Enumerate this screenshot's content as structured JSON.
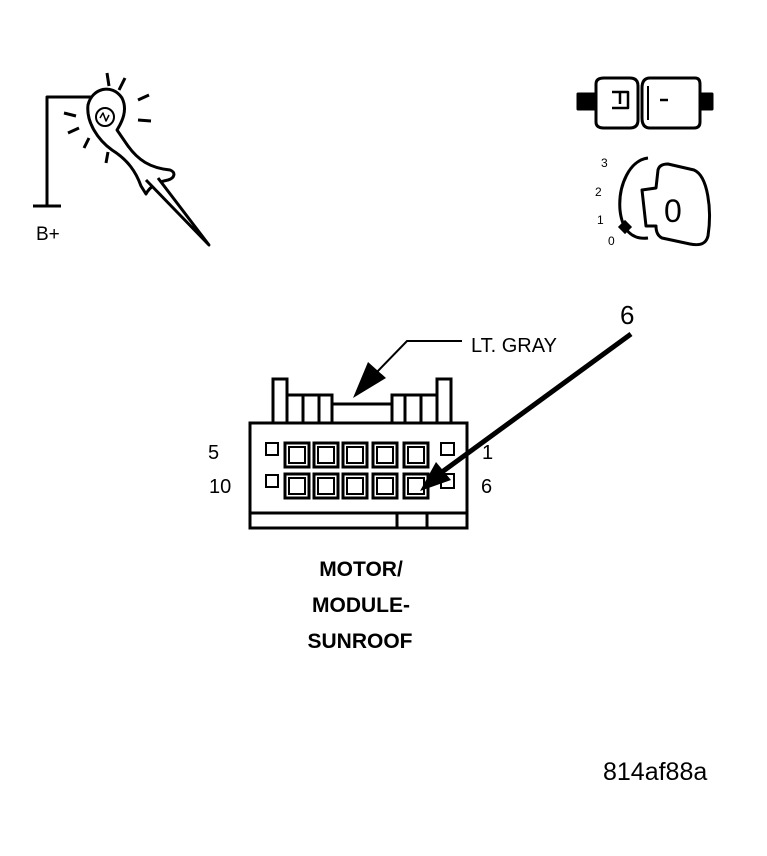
{
  "test_light": {
    "ground_label": "B+"
  },
  "ignition": {
    "positions": [
      "3",
      "2",
      "1",
      "0"
    ],
    "key_label": "0"
  },
  "connector": {
    "wire_color_label": "LT. GRAY",
    "callout_pin": "6",
    "pin_labels": {
      "top_left": "5",
      "top_right": "1",
      "bottom_left": "10",
      "bottom_right": "6"
    },
    "name_lines": [
      "MOTOR/",
      "MODULE-",
      "SUNROOF"
    ]
  },
  "figure_id": "814af88a"
}
